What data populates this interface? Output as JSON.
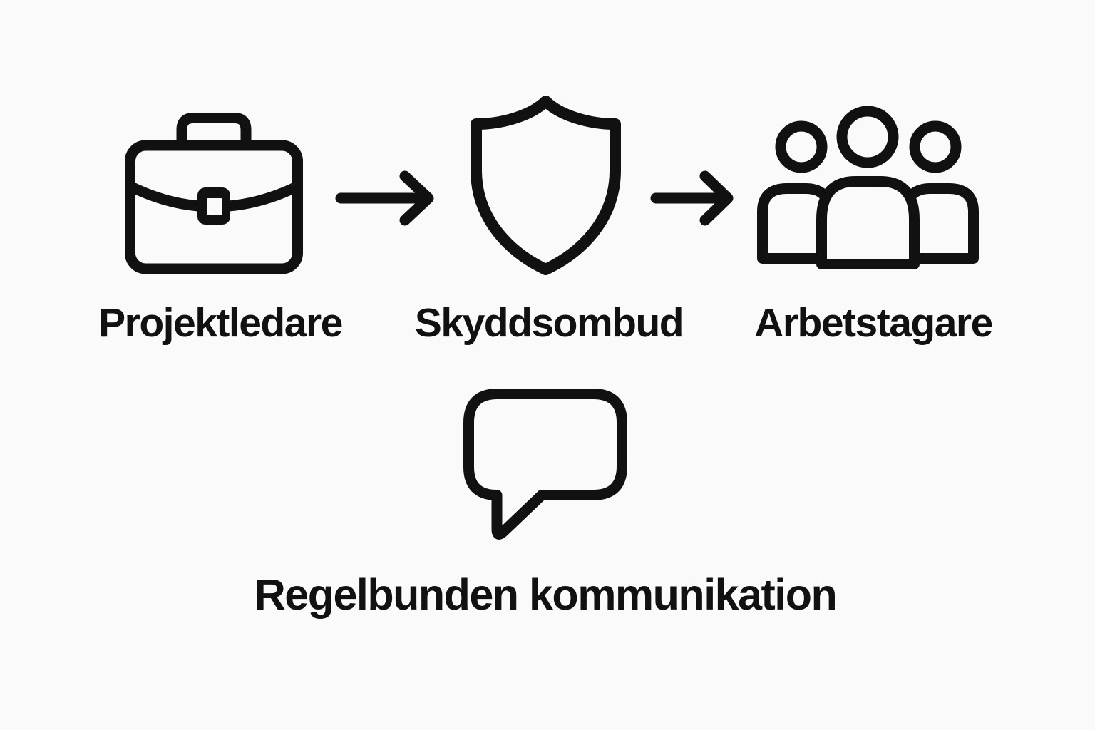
{
  "background_color": "#fafafa",
  "ink_color": "#111111",
  "flow": {
    "nodes": [
      {
        "id": "projektledare",
        "icon": "briefcase-icon",
        "label": "Projektledare"
      },
      {
        "id": "skyddsombud",
        "icon": "shield-icon",
        "label": "Skyddsombud"
      },
      {
        "id": "arbetstagare",
        "icon": "people-icon",
        "label": "Arbetstagare"
      }
    ],
    "connectors": [
      {
        "id": "arrow-1",
        "type": "arrow-right"
      },
      {
        "id": "arrow-2",
        "type": "arrow-right"
      }
    ]
  },
  "communication": {
    "icon": "speech-bubble-icon",
    "label": "Regelbunden kommunikation"
  }
}
